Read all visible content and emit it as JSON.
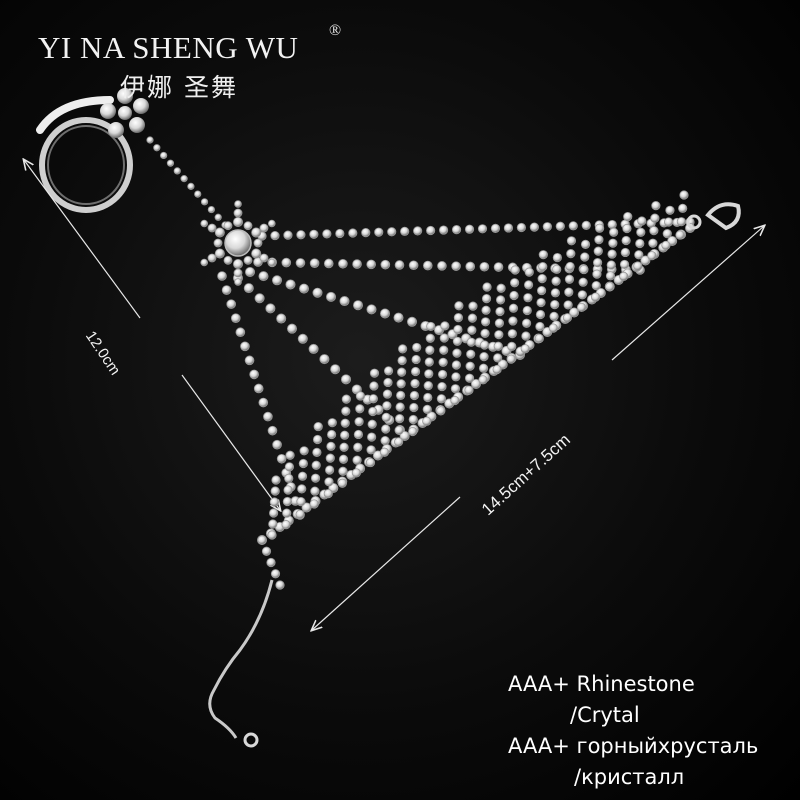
{
  "brand": {
    "name": "YI NA SHENG WU",
    "registered_mark": "®",
    "name_cn": "伊娜 圣舞"
  },
  "dimensions": {
    "chain_length": "12.0cm",
    "bracelet_length": "14.5cm+7.5cm"
  },
  "caption": {
    "line1": "AAA+ Rhinestone",
    "line2": "/Crytal",
    "line3": "AAA+ горныйхрусталь",
    "line4": "/кристалл"
  },
  "colors": {
    "background": "#000000",
    "metal": "#cfcfcf",
    "stone": "#e9e9e9",
    "text": "#ffffff"
  }
}
